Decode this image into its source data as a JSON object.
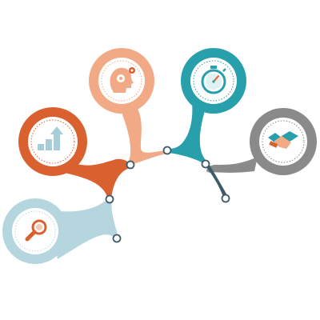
{
  "diagram": {
    "nodes": [
      {
        "id": "search",
        "icon": "magnifier-icon",
        "color": "#b5d6df"
      },
      {
        "id": "growth",
        "icon": "bar-chart-arrow-icon",
        "color": "#d9612f"
      },
      {
        "id": "ideas",
        "icon": "head-gears-icon",
        "color": "#f2a985"
      },
      {
        "id": "timing",
        "icon": "stopwatch-icon",
        "color": "#27a0ac"
      },
      {
        "id": "partnership",
        "icon": "handshake-icon",
        "color": "#8a8a8a"
      }
    ],
    "connector_color": "#3e5b6a",
    "accent_colors": {
      "orange": "#d9612f",
      "peach": "#f2a985",
      "teal": "#27a0ac",
      "light_blue": "#b5d6df",
      "grey": "#8a8a8a"
    }
  }
}
